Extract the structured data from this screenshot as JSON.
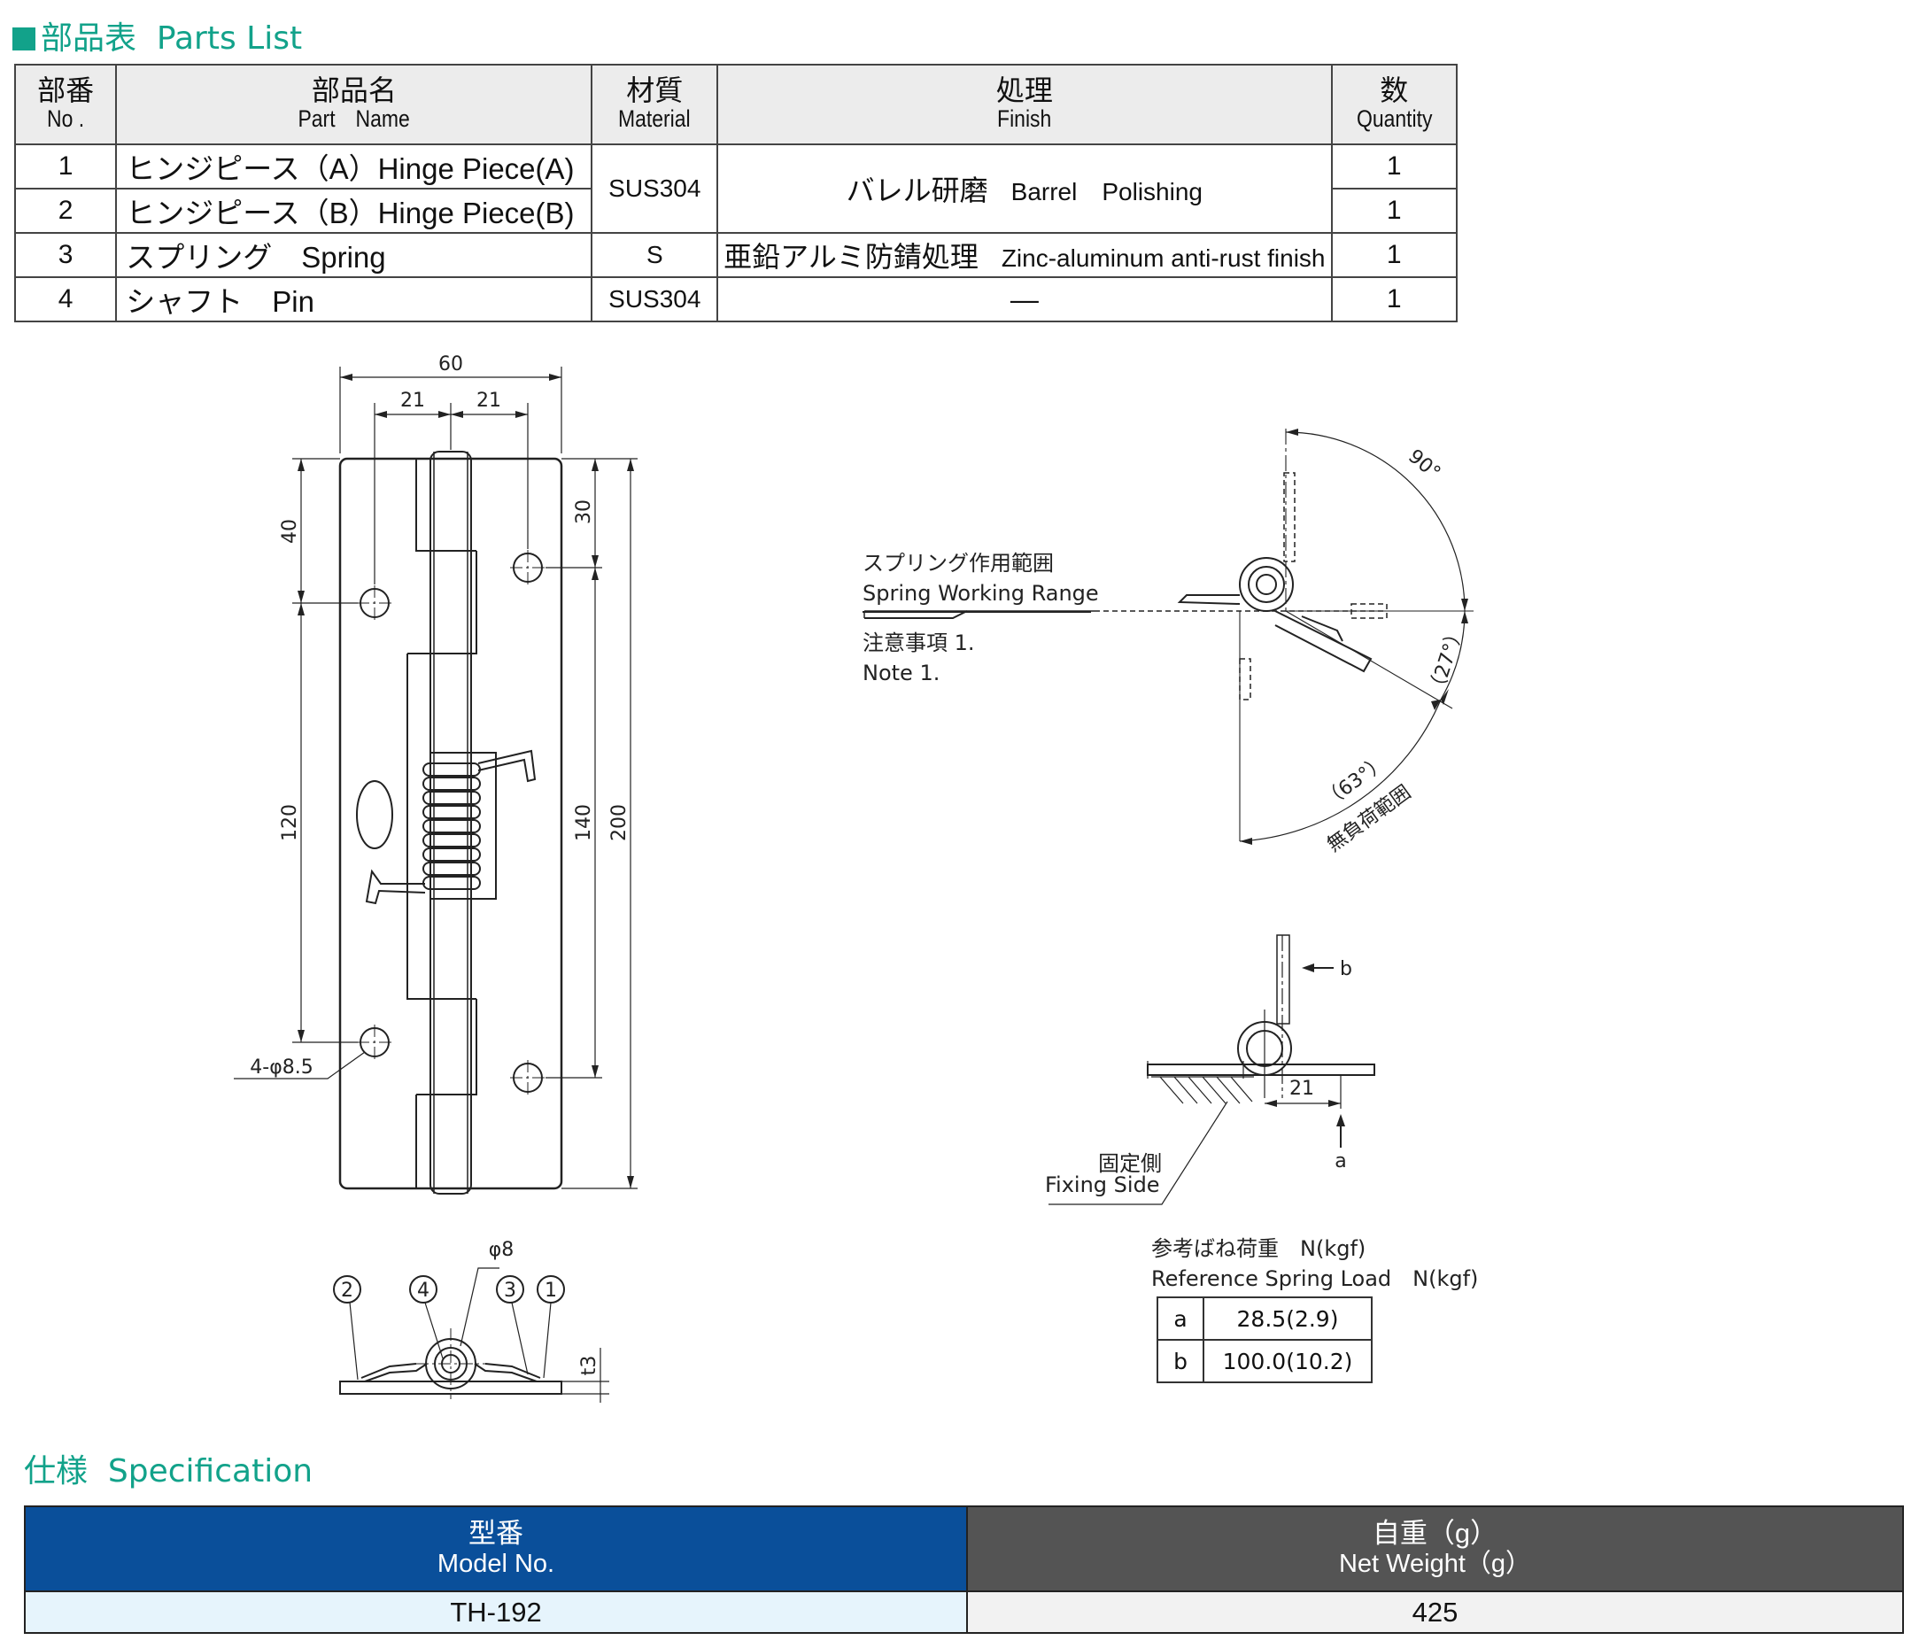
{
  "parts_list": {
    "title": "部品表",
    "title_en": "Parts List",
    "headers": {
      "no_jp": "部番",
      "no_en": "No .",
      "name_jp": "部品名",
      "name_en": "Part　Name",
      "material_jp": "材質",
      "material_en": "Material",
      "finish_jp": "処理",
      "finish_en": "Finish",
      "qty_jp": "数",
      "qty_en": "Quantity"
    },
    "rows": [
      {
        "no": "1",
        "name": "ヒンジピース（A）Hinge Piece(A)",
        "qty": "1"
      },
      {
        "no": "2",
        "name": "ヒンジピース（B）Hinge Piece(B)",
        "qty": "1"
      },
      {
        "no": "3",
        "name": "スプリング　Spring",
        "material": "S",
        "finish_jp": "亜鉛アルミ防錆処理",
        "finish_en": "Zinc-aluminum anti-rust finish",
        "qty": "1"
      },
      {
        "no": "4",
        "name": "シャフト　Pin",
        "material": "SUS304",
        "finish": "—",
        "qty": "1"
      }
    ],
    "merged": {
      "material_1_2": "SUS304",
      "finish_1_2_jp": "バレル研磨",
      "finish_1_2_en": "Barrel　Polishing"
    }
  },
  "front_view": {
    "dim_60": "60",
    "dim_21a": "21",
    "dim_21b": "21",
    "dim_40": "40",
    "dim_30": "30",
    "dim_120": "120",
    "dim_140": "140",
    "dim_200": "200",
    "holes": "4-φ8.5"
  },
  "side_view": {
    "dim_pin": "φ8",
    "dim_t": "t3",
    "balloons": [
      "2",
      "4",
      "3",
      "1"
    ]
  },
  "range_view": {
    "label_jp": "スプリング作用範囲",
    "label_en": "Spring Working Range",
    "note_jp": "注意事項 1.",
    "note_en": "Note 1.",
    "angle_90": "90°",
    "angle_27": "（27°）",
    "angle_63": "（63°）",
    "no_load_range": "無負荷範囲"
  },
  "load_view": {
    "dim_21": "21",
    "arrow_a": "a",
    "arrow_b": "b",
    "fixing_jp": "固定側",
    "fixing_en": "Fixing Side"
  },
  "spring_load": {
    "title_jp": "参考ばね荷重　N(kgf)",
    "title_en": "Reference Spring Load　N(kgf)",
    "rows": [
      {
        "key": "a",
        "value": "28.5(2.9)"
      },
      {
        "key": "b",
        "value": "100.0(10.2)"
      }
    ]
  },
  "specification": {
    "title_jp": "仕様",
    "title_en": "Specification",
    "model_jp": "型番",
    "model_en": "Model No.",
    "weight_jp": "自重（g）",
    "weight_en": "Net Weight（g）",
    "model_value": "TH-192",
    "weight_value": "425"
  },
  "colors": {
    "accent_teal": "#12a28a",
    "header_blue": "#0a4f9a",
    "header_gray": "#545454"
  }
}
